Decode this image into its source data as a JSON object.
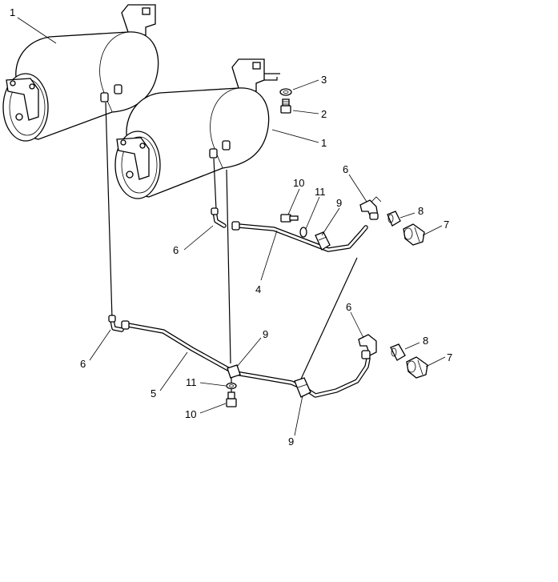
{
  "callouts": {
    "tank_left": "1",
    "tank_right": "1",
    "washer": "3",
    "bolt_tank": "2",
    "elbow_top": "6",
    "bolt_top": "10",
    "washer_top": "11",
    "clamp_top": "9",
    "fitting_8_top": "8",
    "fitting_7_top": "7",
    "elbow_mid": "6",
    "tube_4": "4",
    "elbow_lower_right": "6",
    "fitting_8_bottom": "8",
    "fitting_7_bottom": "7",
    "clamp_mid": "9",
    "elbow_left": "6",
    "washer_bottom": "11",
    "tube_5": "5",
    "bolt_bottom": "10",
    "clamp_bottom": "9"
  }
}
